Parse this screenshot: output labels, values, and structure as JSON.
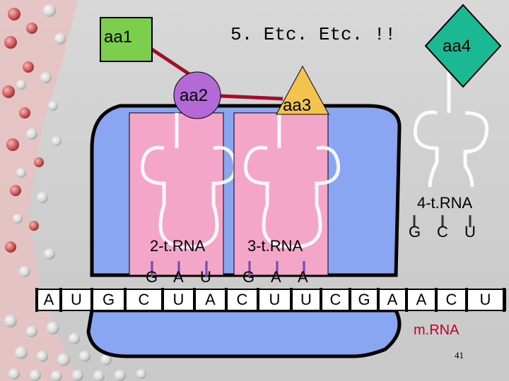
{
  "title": "5. Etc. Etc. !!",
  "amino_acids": {
    "aa1": "aa1",
    "aa2": "aa2",
    "aa3": "aa3",
    "aa4": "aa4"
  },
  "trna_labels": {
    "t2": "2-t.RNA",
    "t3": "3-t.RNA",
    "t4": "4-t.RNA"
  },
  "anticodons": {
    "t2": [
      "G",
      "A",
      "U"
    ],
    "t3": [
      "G",
      "A",
      "A"
    ],
    "t4": [
      "G",
      "C",
      "U"
    ]
  },
  "mrna": {
    "label": "m.RNA",
    "bases": [
      "A",
      "U",
      "G",
      "C",
      "U",
      "A",
      "C",
      "U",
      "U",
      "C",
      "G",
      "A",
      "A",
      "C",
      "U"
    ]
  },
  "page_number": "41",
  "colors": {
    "ribosome": "#8aa6f3",
    "ribosome_outline": "#000000",
    "trna_pink": "#f4a6c8",
    "aa1": "#7ccf4c",
    "aa2": "#b36ad6",
    "aa3": "#f2c34f",
    "aa4": "#1bb993",
    "peptide_bond": "#a0102a",
    "mrna_label": "#c4001e"
  }
}
